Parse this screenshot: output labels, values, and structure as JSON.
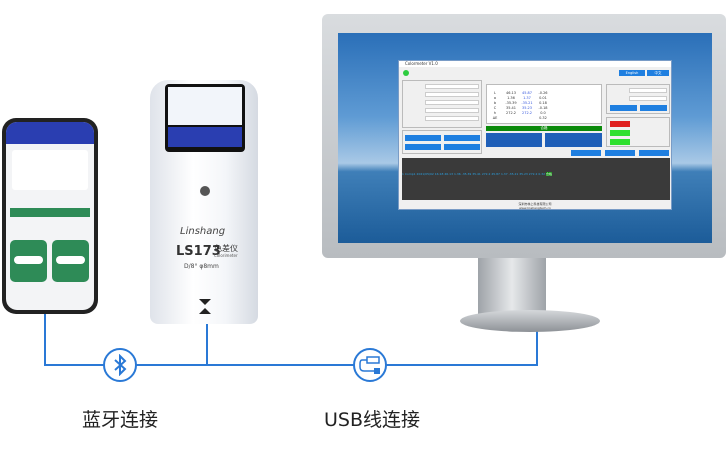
{
  "connections": {
    "bluetooth_label": "蓝牙连接",
    "usb_label": "USB线连接",
    "line_color": "#2a79d6"
  },
  "icons": {
    "bluetooth": "bluetooth-icon",
    "usb": "usb-icon"
  },
  "device": {
    "brand": "Linshang",
    "model": "LS173",
    "name_cn": "色差仪",
    "name_en": "Colorimeter",
    "spec": "D/8° φ8mm"
  },
  "software": {
    "title": "Colormeter V1.0",
    "lang_buttons": [
      "English",
      "中文"
    ],
    "rows": [
      {
        "k": "L",
        "std": "46.13",
        "smp": "45.87",
        "d": "-0.26"
      },
      {
        "k": "a",
        "std": "1.36",
        "smp": "1.37",
        "d": "0.01"
      },
      {
        "k": "b",
        "std": "-35.39",
        "smp": "-35.21",
        "d": "0.18"
      },
      {
        "k": "C",
        "std": "35.41",
        "smp": "35.23",
        "d": "-0.18"
      },
      {
        "k": "h",
        "std": "272.2",
        "smp": "272.2",
        "d": "0.0"
      },
      {
        "k": "ΔE",
        "std": "",
        "smp": "",
        "d": "0.32"
      }
    ],
    "result": "合格",
    "record": [
      "1",
      "Comp1",
      "2021/05/02 16:18",
      "46.13",
      "1.36",
      "-35.39",
      "35.41",
      "272.2",
      "45.87",
      "1.37",
      "-35.21",
      "35.23",
      "272.2",
      "0.32",
      "合格"
    ],
    "footer_company": "深圳市林上科技有限公司",
    "footer_url": "www.linshangtech.cn"
  }
}
